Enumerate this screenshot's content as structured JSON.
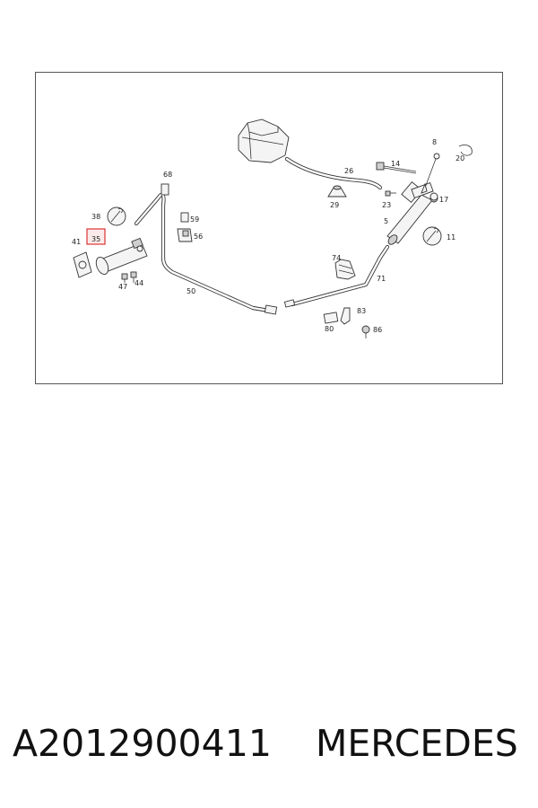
{
  "diagram": {
    "callouts": {
      "c5": "5",
      "c8": "8",
      "c11": "11",
      "c14": "14",
      "c17": "17",
      "c20": "20",
      "c23": "23",
      "c26": "26",
      "c29": "29",
      "c35": "35",
      "c38": "38",
      "c41": "41",
      "c44": "44",
      "c47": "47",
      "c50": "50",
      "c56": "56",
      "c59": "59",
      "c68": "68",
      "c71": "71",
      "c74": "74",
      "c80": "80",
      "c83": "83",
      "c86": "86"
    },
    "highlighted_callout": "35",
    "highlight_color": "#dd3333"
  },
  "caption": {
    "part_number": "A2012900411",
    "brand": "MERCEDES"
  }
}
